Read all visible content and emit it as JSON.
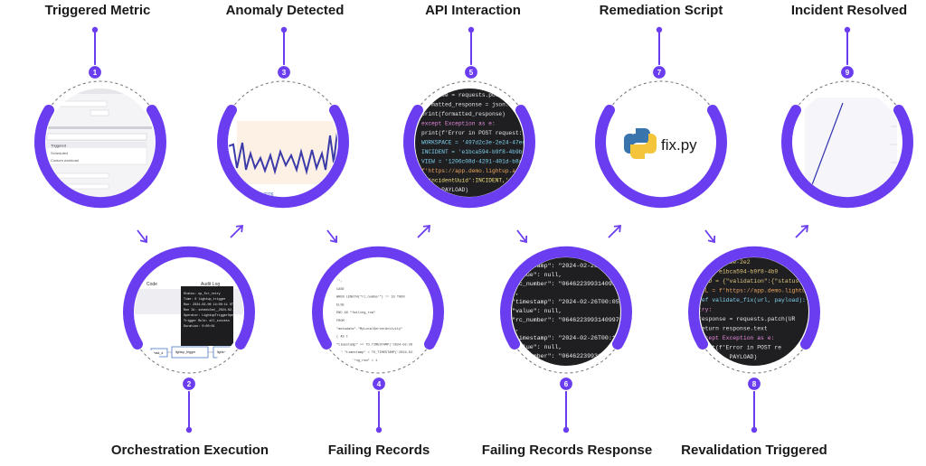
{
  "accent_color": "#6b3df0",
  "steps": [
    {
      "number": "1",
      "title": "Triggered Metric"
    },
    {
      "number": "2",
      "title": "Orchestration Execution"
    },
    {
      "number": "3",
      "title": "Anomaly Detected"
    },
    {
      "number": "4",
      "title": "Failing Records"
    },
    {
      "number": "5",
      "title": "API Interaction"
    },
    {
      "number": "6",
      "title": "Failing Records Response"
    },
    {
      "number": "7",
      "title": "Remediation Script"
    },
    {
      "number": "8",
      "title": "Revalidation Triggered"
    },
    {
      "number": "9",
      "title": "Incident Resolved"
    }
  ],
  "thumbnails": {
    "step1": {
      "options": [
        "Triggered",
        "Scheduled",
        "Custom workload"
      ]
    },
    "step2": {
      "tabs": [
        "Code",
        "Audit Log"
      ],
      "dag_nodes": [
        "task_a",
        "lightup_trigger",
        "lightup_trigger"
      ],
      "tooltip_lines": [
        "Status: up_for_retry",
        "Time: 0 lightup_trigger",
        "Run: 2024-02-06 14:00:11 UTC",
        "Run Id: scheduled__2024-02-06T14:00:00",
        "Operator: LightupTriggerOperator",
        "Trigger Rule: all_success",
        "Duration: 0:00:01"
      ]
    },
    "step3": {
      "date_label": "Feb 06, 2026"
    },
    "step4": {
      "code_lines": [
        "'',",
        "CASE",
        "WHEN LENGTH(\"rc_number\") != 10 THEN",
        "ELSE",
        "END AS \"failing_row\"",
        "FROM",
        "\"metadata\".\"MyLocalServerActivity\"",
        "( AS t",
        "\"timestamp\" >= TO_TIMESTAMP('2024-02-26",
        "AND \"timestamp\" < TO_TIMESTAMP('2024-02-26",
        "AND \"failing_row\" = 1",
        "\"timestamp\""
      ]
    },
    "step5": {
      "code_lines": [
        "response = requests.post(u",
        "formatted_response = json.dump",
        "print(formatted_response)",
        "except Exception as e:",
        "print(f'Error in POST request: {e",
        "WORKSPACE = '497d2c3e-2e24-47ec-b33a-dcf395",
        "INCIDENT = 'e1bca594-b9f8-4b9b-a2a4-326d7da",
        "VIEW = '1206c08d-4291-401d-b8ae-0c0be14b2",
        "f'https://app.demo.lightup.ai/api/",
        "{'incidentUuid':INCIDENT,'st",
        "(URL, PAYLOAD)"
      ]
    },
    "step6": {
      "code_lines": [
        "\"timestamp\": \"2024-02-26T00:00:00",
        "\"value\": null,",
        "\"rc_number\": \"06462239931409975\"",
        "},",
        "\"timestamp\": \"2024-02-26T00:05:00+00",
        "\"value\": null,",
        "\"rc_number\": \"06462239931409975\"",
        "},",
        "\"timestamp\": \"2024-02-26T00:10:00+",
        "\"value\": null,",
        "\"rc_number\": \"06462239931409975\""
      ]
    },
    "step7": {
      "filename": "fix.py"
    },
    "step8": {
      "code_lines": [
        "= '497d2c3e-2e2",
        "NT = 'e1bca594-b9f8-4b9",
        "LOAD = {\"validation\":{\"status",
        "URL = f'https://app.demo.lightup.a",
        "def validate_fix(url, payload):",
        "try:",
        "response = requests.patch(UR",
        "return response.text",
        "except Exception as e:",
        "print(f'Error in POST re",
        "fix(URL, PAYLOAD)"
      ]
    }
  }
}
